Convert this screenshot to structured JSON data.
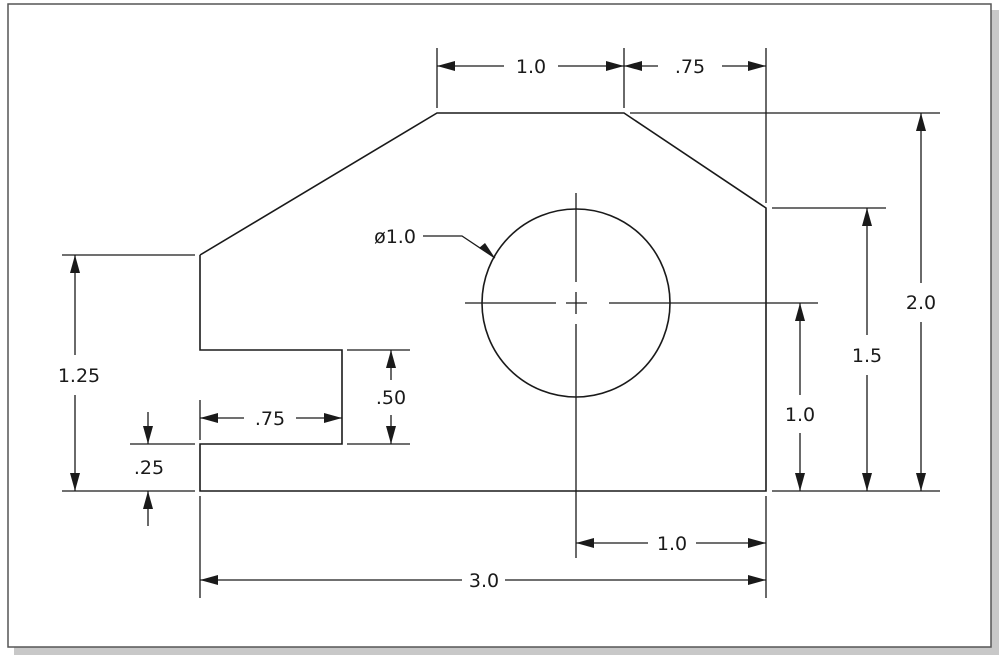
{
  "colors": {
    "line": "#1a1a1a",
    "background": "#ffffff",
    "frame_shadow": "#c8c8c8"
  },
  "labels": {
    "top_left_width": "1.0",
    "top_right_width": ".75",
    "overall_height": "2.0",
    "right_edge_height": "1.5",
    "hole_center_height": "1.0",
    "hole_diameter": "ø1.0",
    "left_height": "1.25",
    "slot_depth": ".75",
    "slot_height": ".50",
    "bottom_step": ".25",
    "hole_center_offset": "1.0",
    "overall_width": "3.0"
  }
}
